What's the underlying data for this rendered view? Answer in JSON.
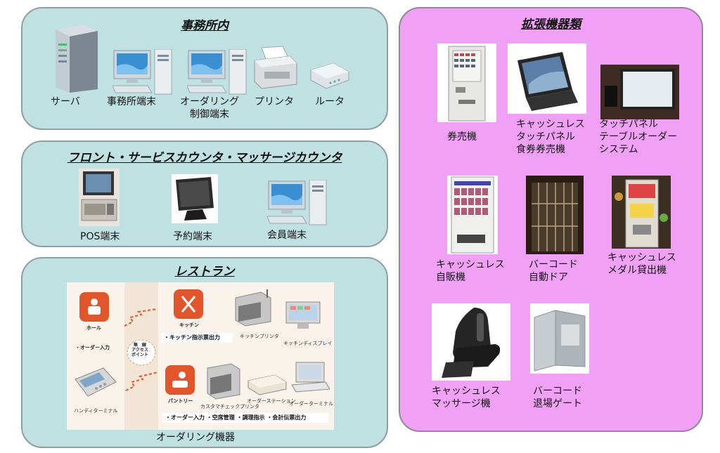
{
  "office": {
    "title": "事務所内",
    "items": [
      "サーバ",
      "事務所端末",
      "オーダリング\n制御端末",
      "プリンタ",
      "ルータ"
    ]
  },
  "front": {
    "title": "フロント・サービスカウンタ・マッサージカウンタ",
    "items": [
      "POS端末",
      "予約端末",
      "会員端末"
    ]
  },
  "restaurant": {
    "title": "レストラン",
    "caption": "オーダリング機器",
    "hall": "ホール",
    "hall_order": "・オーダー入力",
    "kitchen": "キッチン",
    "kitchen_print": "キッチンプリンタ",
    "kitchen_display": "キッチンディスプレイ",
    "kitchen_strip": "・キッチン指示票出力",
    "wireless": "無　線\nアクセス\nポイント",
    "handy": "ハンディターミナル",
    "pantry": "パントリー",
    "cust_printer": "カスタマチェックプリンタ",
    "order_station": "オーダーステーション",
    "order_terminal": "オーダーターミナル",
    "pantry_strip": "・オーダー入力 ・空席管理 ・調理指示 ・会計伝票出力"
  },
  "expansion": {
    "title": "拡張機器類",
    "items": [
      "券売機",
      "キャッシュレス\nタッチパネル\n食券券売機",
      "タッチパネル\nテーブルオーダー\nシステム",
      "キャッシュレス\n自販機",
      "バーコード\n自動ドア",
      "キャッシュレス\nメダル貸出機",
      "キャッシュレス\nマッサージ機",
      "バーコード\n退場ゲート"
    ]
  },
  "colors": {
    "teal": "#bfe1e2",
    "pink": "#f0a0f5",
    "accent_red": "#e2552a"
  }
}
